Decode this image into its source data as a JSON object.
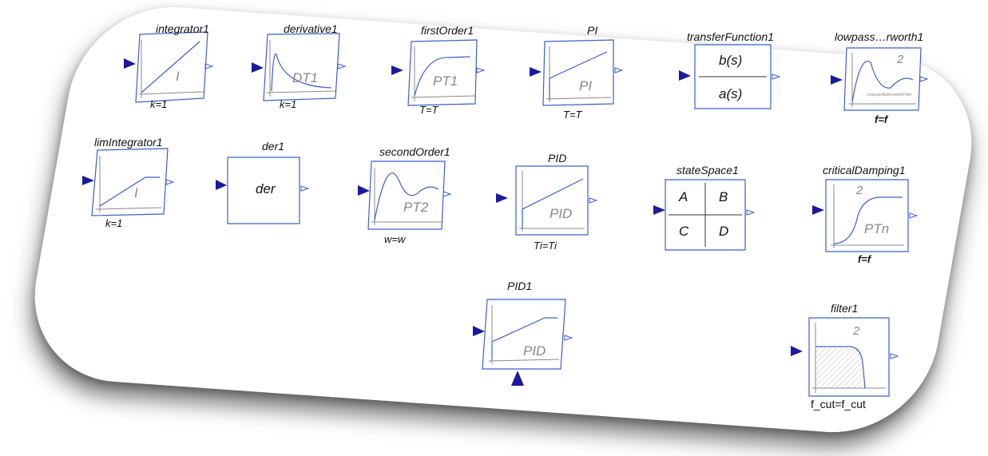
{
  "blocks": {
    "integrator1": {
      "title": "integrator1",
      "param": "k=1",
      "symbol": "I"
    },
    "derivative1": {
      "title": "derivative1",
      "param": "k=1",
      "symbol": "DT1"
    },
    "firstOrder1": {
      "title": "firstOrder1",
      "param": "T=T",
      "symbol": "PT1"
    },
    "PI": {
      "title": "PI",
      "param": "T=T",
      "symbol": "PI"
    },
    "transferFunction1": {
      "title": "transferFunction1",
      "numerator": "b(s)",
      "denominator": "a(s)"
    },
    "lowpass": {
      "title": "lowpass…rworth1",
      "param": "f=f",
      "order": "2",
      "subtext": "LowpassButterworthFilter"
    },
    "limIntegrator1": {
      "title": "limIntegrator1",
      "param": "k=1",
      "symbol": "I"
    },
    "der1": {
      "title": "der1",
      "symbol": "der"
    },
    "secondOrder1": {
      "title": "secondOrder1",
      "param": "w=w",
      "symbol": "PT2"
    },
    "PID": {
      "title": "PID",
      "param": "Ti=Ti",
      "symbol": "PID"
    },
    "stateSpace1": {
      "title": "stateSpace1",
      "a": "A",
      "b": "B",
      "c": "C",
      "d": "D"
    },
    "criticalDamping1": {
      "title": "criticalDamping1",
      "param": "f=f",
      "order": "2",
      "symbol": "PTn"
    },
    "PID1": {
      "title": "PID1",
      "symbol": "PID"
    },
    "filter1": {
      "title": "filter1",
      "param": "f_cut=f_cut",
      "order": "2"
    }
  },
  "colors": {
    "border": "#3a5fcd",
    "port": "#1a1aa0",
    "axis": "#888888",
    "curve": "#3a5fcd"
  }
}
